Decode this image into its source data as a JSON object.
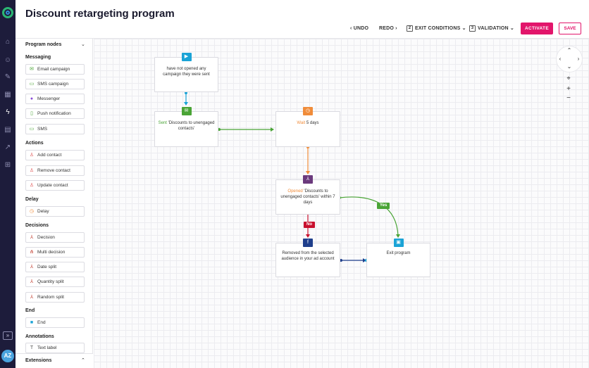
{
  "header": {
    "title": "Discount retargeting program",
    "undo": "UNDO",
    "redo": "REDO",
    "exit_conditions": "EXIT CONDITIONS",
    "exit_conditions_count": "2",
    "validation": "VALIDATION",
    "validation_count": "3",
    "activate": "ACTIVATE",
    "save": "SAVE"
  },
  "rail": {
    "avatar": "AZ"
  },
  "palette": {
    "title": "Program nodes",
    "sections": {
      "messaging": "Messaging",
      "actions": "Actions",
      "delay": "Delay",
      "decisions": "Decisions",
      "end": "End",
      "annotations": "Annotations"
    },
    "items": {
      "email": "Email campaign",
      "sms_campaign": "SMS campaign",
      "messenger": "Messenger",
      "push": "Push notification",
      "sms": "SMS",
      "add_contact": "Add contact",
      "remove_contact": "Remove contact",
      "update_contact": "Update contact",
      "delay": "Delay",
      "decision": "Decision",
      "multi_decision": "Multi decision",
      "date_split": "Date split",
      "quantity_split": "Quantity split",
      "random_split": "Random split",
      "end": "End",
      "text_label": "Text label"
    },
    "footer": "Extensions"
  },
  "nodes": {
    "start": {
      "text": "have not opened any campaign they were sent"
    },
    "send": {
      "prefix": "Sent",
      "text": " 'Discounts to unengaged contacts'"
    },
    "wait": {
      "prefix": "Wait",
      "text": " 5 days"
    },
    "opened": {
      "prefix": "Opened",
      "text": " 'Discounts to unengaged contacts' within 7 days"
    },
    "removed": {
      "text": "Removed from the selected audience in your ad account"
    },
    "exit": {
      "text": "Exit program"
    }
  },
  "branches": {
    "yes": "Yes",
    "no": "No"
  },
  "colors": {
    "accent": "#e2156b",
    "start": "#1aa3d6",
    "send": "#4aa436",
    "wait": "#f08c3a",
    "opened": "#6b3a7d",
    "removed": "#1f3f8c",
    "exit": "#1aa3d6",
    "no": "#c8102e",
    "yes": "#4aa436"
  }
}
